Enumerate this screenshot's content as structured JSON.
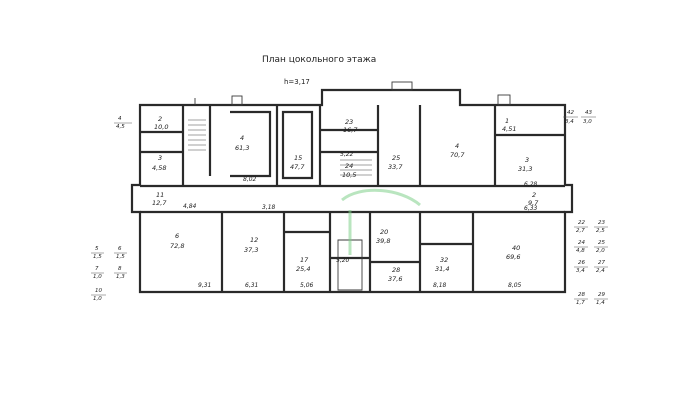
{
  "plan": {
    "title": "План цокольного этажа",
    "height": "h=3,17"
  },
  "rooms": [
    {
      "num": "2",
      "area": "10,0"
    },
    {
      "num": "3",
      "area": "4,58"
    },
    {
      "num": "4",
      "area": "61,3"
    },
    {
      "num": "15",
      "area": "47,7"
    },
    {
      "num": "23",
      "area": "16,7"
    },
    {
      "num": "24",
      "area": "10,5"
    },
    {
      "num": "25",
      "area": "33,7"
    },
    {
      "num": "4",
      "area": "70,7"
    },
    {
      "num": "1",
      "area": "4,51"
    },
    {
      "num": "3",
      "area": "31,3"
    },
    {
      "num": "6",
      "area": "72,8"
    },
    {
      "num": "11",
      "area": "12,7"
    },
    {
      "num": "12",
      "area": "37,3"
    },
    {
      "num": "17",
      "area": "25,4"
    },
    {
      "num": "20",
      "area": "39,8"
    },
    {
      "num": "28",
      "area": "37,6"
    },
    {
      "num": "32",
      "area": "31,4"
    },
    {
      "num": "40",
      "area": "69,6"
    },
    {
      "num": "2",
      "area": "9,7"
    }
  ],
  "dimensions": [
    "8,02",
    "4,84",
    "9,31",
    "6,31",
    "5,06",
    "5,20",
    "5,22",
    "6,28",
    "6,33",
    "8,18",
    "8,05",
    "3,18"
  ],
  "left_legend": [
    {
      "num": "4",
      "area": "4,5"
    },
    {
      "num": "5",
      "area": "1,5"
    },
    {
      "num": "6",
      "area": "1,5"
    },
    {
      "num": "7",
      "area": "1,0"
    },
    {
      "num": "8",
      "area": "1,3"
    },
    {
      "num": "10",
      "area": "1,0"
    }
  ],
  "right_legend": [
    {
      "num": "42",
      "area": "3,4"
    },
    {
      "num": "43",
      "area": "3,0"
    },
    {
      "num": "22",
      "area": "2,7"
    },
    {
      "num": "23",
      "area": "2,5"
    },
    {
      "num": "24",
      "area": "4,8"
    },
    {
      "num": "25",
      "area": "2,0"
    },
    {
      "num": "26",
      "area": "3,4"
    },
    {
      "num": "27",
      "area": "2,4"
    },
    {
      "num": "28",
      "area": "1,7"
    },
    {
      "num": "29",
      "area": "1,4"
    }
  ],
  "colors": {
    "ink": "#2a2a2a",
    "watermark": "#7fcf8a"
  }
}
